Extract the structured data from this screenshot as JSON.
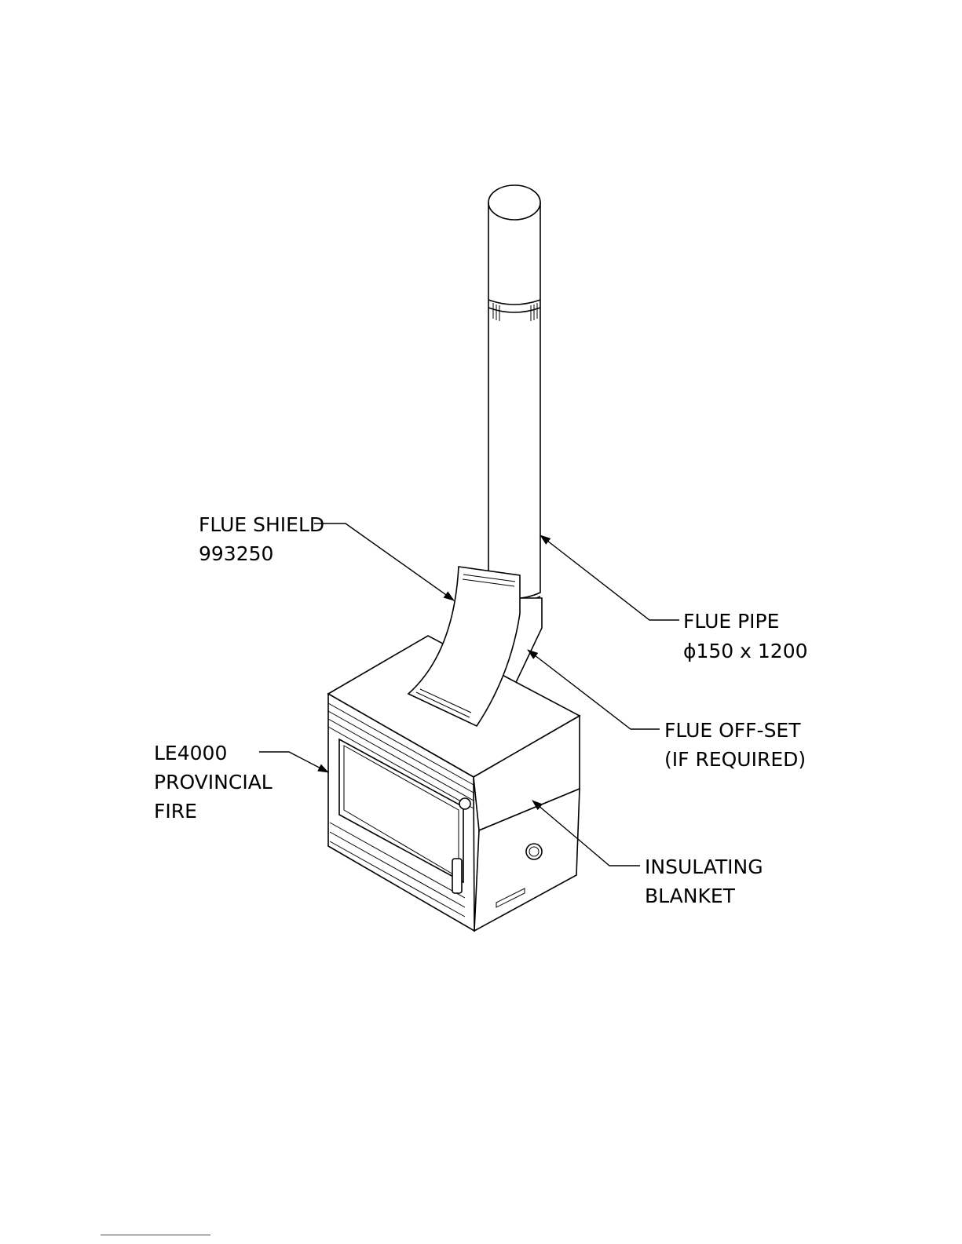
{
  "labels": {
    "flue_shield": {
      "line1": "FLUE SHIELD",
      "line2": "993250"
    },
    "flue_pipe": {
      "line1": "FLUE PIPE",
      "line2": "ϕ150 x 1200"
    },
    "flue_offset": {
      "line1": "FLUE OFF-SET",
      "line2": "(IF REQUIRED)"
    },
    "fire": {
      "line1": "LE4000",
      "line2": "PROVINCIAL",
      "line3": "FIRE"
    },
    "blanket": {
      "line1": "INSULATING",
      "line2": "BLANKET"
    }
  },
  "colors": {
    "line": "#000000",
    "background": "#ffffff",
    "footer_rule": "#1a3cff"
  }
}
